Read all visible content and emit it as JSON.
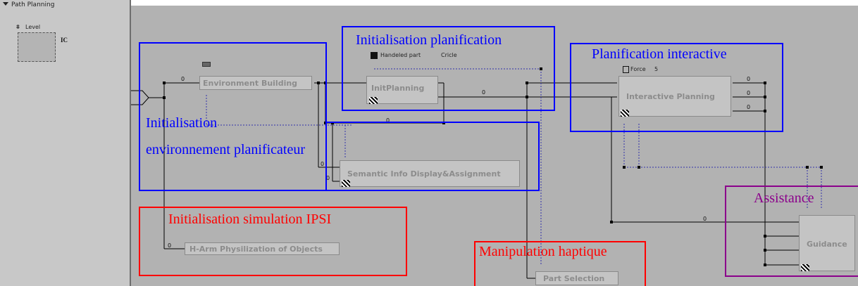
{
  "left_panel": {
    "title": "Path Planning",
    "level_label": "Level",
    "ic_label": "IC"
  },
  "blocks": {
    "environment_building": "Environment Building",
    "init_planning": "InitPlanning",
    "interactive_planning": "Interactive Planning",
    "semantic_info": "Semantic Info Display&Assignment",
    "h_arm": "H-Arm Physilization of Objects",
    "part_selection": "Part Selection",
    "guidance": "Guidance"
  },
  "params": {
    "handled_part_label": "Handeled part",
    "handled_part_value": "Cricle",
    "force_label": "Force",
    "force_value": "5"
  },
  "wire_values": {
    "zero": "0"
  },
  "annotations": {
    "init_planification": "Initialisation planification",
    "planification_interactive": "Planification interactive",
    "init_env_line1": "Initialisation",
    "init_env_line2": "environnement planificateur",
    "init_simulation": "Initialisation simulation IPSI",
    "manipulation_haptique": "Manipulation haptique",
    "assistance": "Assistance"
  },
  "colors": {
    "blue": "#0000ff",
    "red": "#ff0000",
    "purple": "#8b008b",
    "canvas": "#b2b2b2",
    "panel": "#c8c8c8"
  }
}
